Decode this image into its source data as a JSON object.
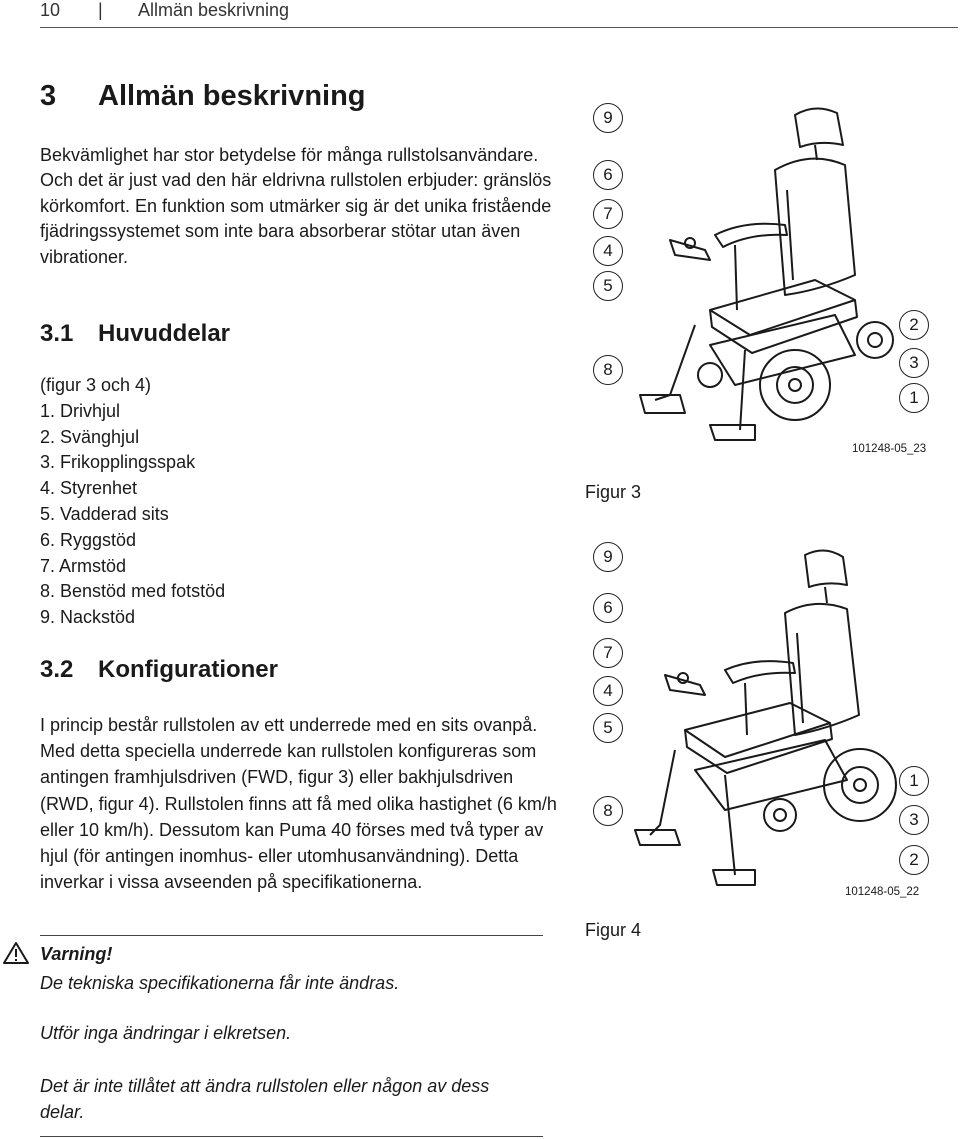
{
  "header": {
    "page_number": "10",
    "separator": "|",
    "title": "Allmän beskrivning"
  },
  "chapter": {
    "number": "3",
    "title": "Allmän beskrivning"
  },
  "intro": "Bekvämlighet har stor betydelse för många rullstolsanvändare. Och det är just vad den här eldrivna rullstolen erbjuder: gränslös körkomfort. En funktion som utmärker sig är det unika fristående fjädringssystemet som inte bara absorberar stötar utan även vibrationer.",
  "section1": {
    "number": "3.1",
    "title": "Huvuddelar",
    "reference": "(figur 3 och 4)",
    "parts": [
      "1. Drivhjul",
      "2. Svänghjul",
      "3. Frikopplingsspak",
      "4. Styrenhet",
      "5. Vadderad sits",
      "6. Ryggstöd",
      "7. Armstöd",
      "8. Benstöd med fotstöd",
      "9. Nackstöd"
    ]
  },
  "section2": {
    "number": "3.2",
    "title": "Konfigurationer",
    "text": "I princip består rullstolen av ett underrede med en sits ovanpå. Med detta speciella underrede kan rullstolen konfigureras som antingen framhjulsdriven (FWD, figur 3) eller bakhjulsdriven (RWD, figur 4). Rullstolen finns att få med olika hastighet (6 km/h eller 10 km/h). Dessutom kan Puma 40 förses med två typer av hjul (för antingen inomhus- eller utomhusanvändning). Detta inverkar i vissa avseenden på specifikationerna."
  },
  "warning": {
    "icon": "warning-triangle-icon",
    "title": "Varning!",
    "lines": [
      "De tekniska specifikationerna får inte ändras.",
      "Utför inga ändringar i elkretsen.",
      "Det är inte tillåtet att ändra rullstolen eller någon av dess delar."
    ]
  },
  "figure3": {
    "caption": "Figur 3",
    "code": "101248-05_23",
    "left_callouts": [
      "9",
      "6",
      "7",
      "4",
      "5",
      "8"
    ],
    "right_callouts": [
      "2",
      "3",
      "1"
    ]
  },
  "figure4": {
    "caption": "Figur 4",
    "code": "101248-05_22",
    "left_callouts": [
      "9",
      "6",
      "7",
      "4",
      "5",
      "8"
    ],
    "right_callouts": [
      "1",
      "3",
      "2"
    ]
  }
}
